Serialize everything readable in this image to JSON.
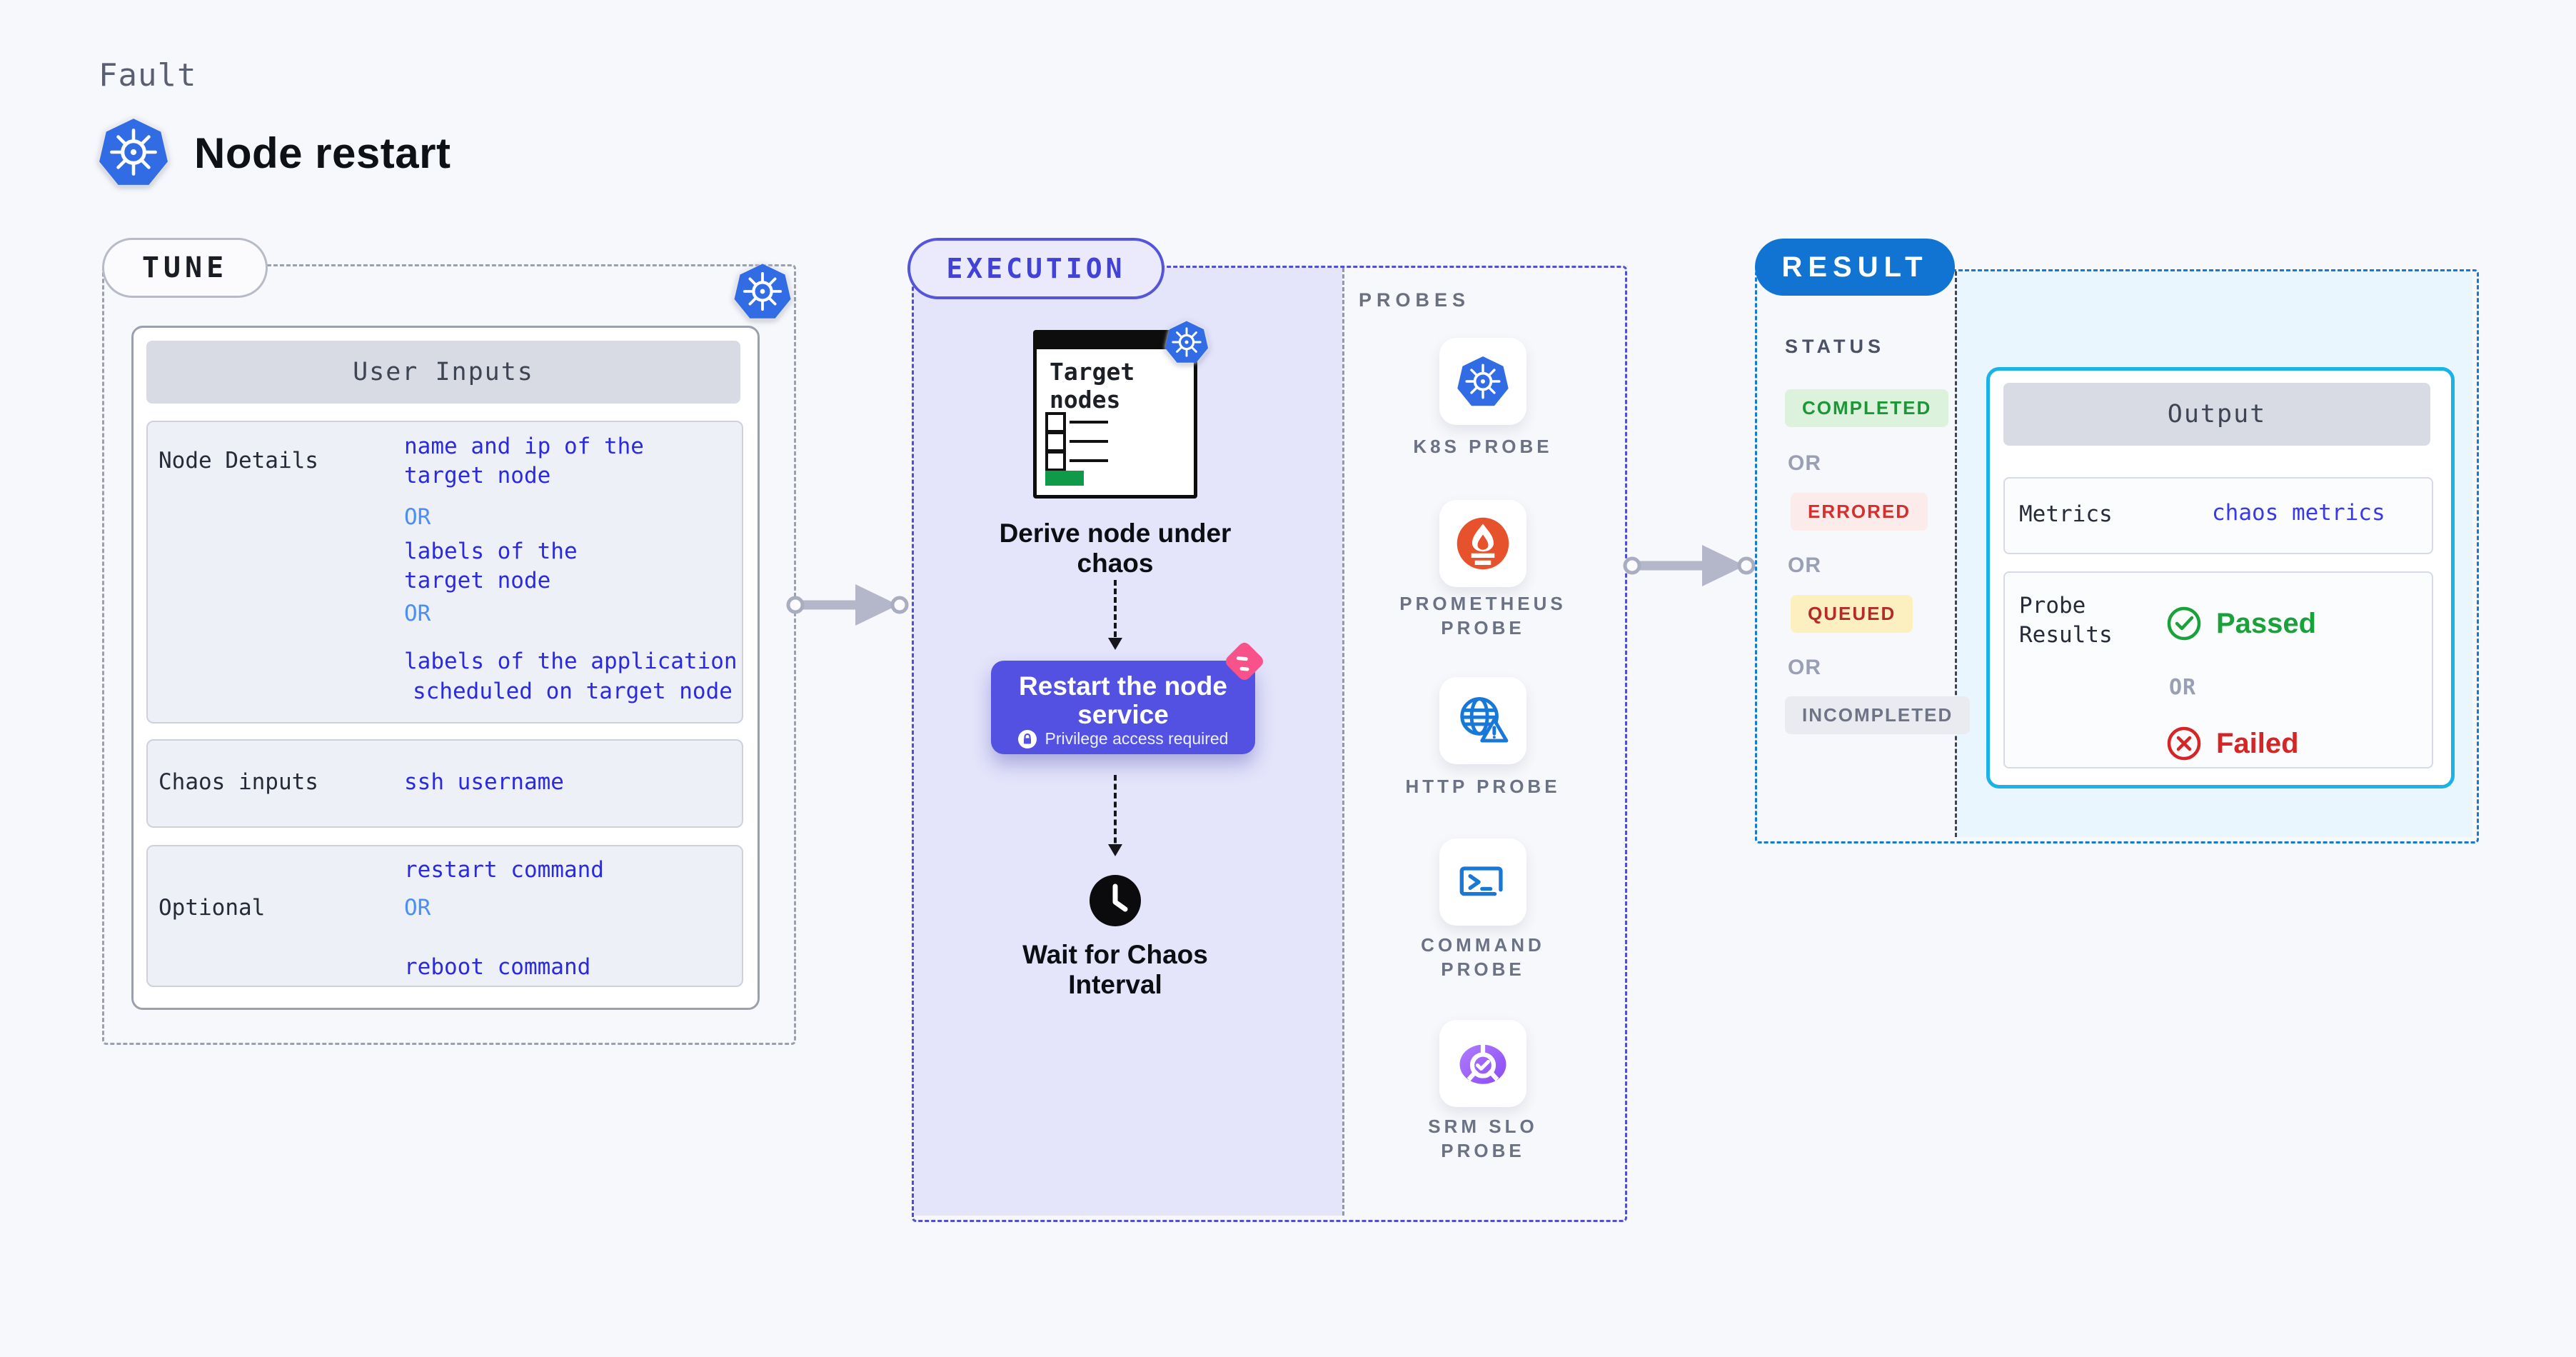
{
  "header": {
    "eyebrow": "Fault",
    "title": "Node restart"
  },
  "tune": {
    "label": "TUNE",
    "table_title": "User Inputs",
    "rows": [
      {
        "label": "Node Details",
        "lines": [
          {
            "text": "name and ip of the"
          },
          {
            "text": "target node"
          },
          {
            "text": "OR"
          },
          {
            "text": "labels of the"
          },
          {
            "text": "target node"
          },
          {
            "text": "OR"
          },
          {
            "text": "labels of the application"
          },
          {
            "text": "scheduled on target node"
          }
        ]
      },
      {
        "label": "Chaos inputs",
        "lines": [
          {
            "text": "ssh username"
          }
        ]
      },
      {
        "label": "Optional",
        "lines": [
          {
            "text": "restart command"
          },
          {
            "text": "OR"
          },
          {
            "text": "reboot command"
          }
        ]
      }
    ]
  },
  "execution": {
    "label": "EXECUTION",
    "target_card": {
      "line1": "Target",
      "line2": "nodes"
    },
    "step1": {
      "line1": "Derive node under",
      "line2": "chaos"
    },
    "restart": {
      "line1": "Restart the node",
      "line2": "service",
      "note": "Privilege access required"
    },
    "wait": {
      "line1": "Wait for Chaos",
      "line2": "Interval"
    }
  },
  "probes": {
    "title": "PROBES",
    "items": [
      {
        "name": "K8S PROBE",
        "icon": "kubernetes-icon"
      },
      {
        "name": "PROMETHEUS PROBE",
        "icon": "prometheus-icon"
      },
      {
        "name": "HTTP PROBE",
        "icon": "http-globe-icon"
      },
      {
        "name": "COMMAND PROBE",
        "icon": "terminal-icon"
      },
      {
        "name": "SRM SLO PROBE",
        "icon": "slo-gauge-icon"
      }
    ]
  },
  "result": {
    "label": "RESULT",
    "status_title": "STATUS",
    "or": "OR",
    "badges": [
      {
        "label": "COMPLETED",
        "bg": "#dcf2dc",
        "fg": "#1d9638"
      },
      {
        "label": "ERRORED",
        "bg": "#fcebeb",
        "fg": "#d32f2f"
      },
      {
        "label": "QUEUED",
        "bg": "#fdf0c0",
        "fg": "#b52b2b"
      },
      {
        "label": "INCOMPLETED",
        "bg": "#e9ebf1",
        "fg": "#6e7486"
      }
    ],
    "output": {
      "title": "Output",
      "metrics_label": "Metrics",
      "metrics_value": "chaos metrics",
      "probe_label_line1": "Probe",
      "probe_label_line2": "Results",
      "passed": "Passed",
      "or": "OR",
      "failed": "Failed"
    }
  },
  "colors": {
    "page_bg": "#f7f8fb",
    "kubernetes_blue": "#326ce5",
    "tune_border": "#9aa1ad",
    "execution_purple": "#4e4ed6",
    "execution_panel": "#e4e4fb",
    "restart_button": "#5251e1",
    "pink_flag": "#f9528a",
    "result_blue": "#1173d2",
    "output_border": "#1ab2e9",
    "value_blue": "#2a2ae0",
    "or_blue": "#4b8ff5",
    "prometheus_orange": "#e6522c",
    "probe_icon_blue": "#1878d8",
    "srm_purple": "#8a4bf5",
    "passed_green": "#1aa23a",
    "failed_red": "#d62525",
    "target_green": "#0f9a49"
  }
}
